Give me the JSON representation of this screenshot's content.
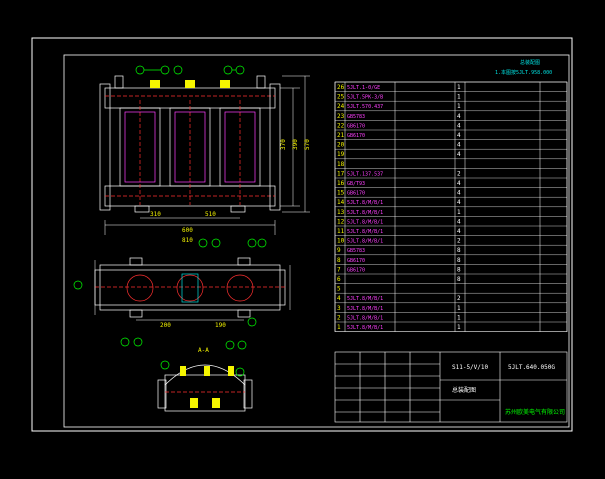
{
  "title_block": {
    "header_line1": "总装配图",
    "header_line2": "1.本图按5JLT.958.000",
    "product_model": "S11-5/V/10",
    "drawing_number": "5JLT.640.050G",
    "drawing_name": "总装配图",
    "company": "苏州欧美电气有限公司"
  },
  "bom_rows": [
    {
      "no": "26",
      "code": "5JLT.1-0/GE",
      "qty": "1"
    },
    {
      "no": "25",
      "code": "5JLT.5PK-3/B",
      "qty": "1"
    },
    {
      "no": "24",
      "code": "5JLT.570.437",
      "qty": "1"
    },
    {
      "no": "23",
      "code": "GB5783",
      "qty": "4"
    },
    {
      "no": "22",
      "code": "GB6170",
      "qty": "4"
    },
    {
      "no": "21",
      "code": "GB6170",
      "qty": "4"
    },
    {
      "no": "20",
      "code": "",
      "qty": "4"
    },
    {
      "no": "19",
      "code": "",
      "qty": "4"
    },
    {
      "no": "18",
      "code": "",
      "qty": ""
    },
    {
      "no": "17",
      "code": "5JLT.137.537",
      "qty": "2"
    },
    {
      "no": "16",
      "code": "GB/T93",
      "qty": "4"
    },
    {
      "no": "15",
      "code": "GB6170",
      "qty": "4"
    },
    {
      "no": "14",
      "code": "5JLT.8/M/B/1",
      "qty": "4"
    },
    {
      "no": "13",
      "code": "5JLT.8/M/B/1",
      "qty": "1"
    },
    {
      "no": "12",
      "code": "5JLT.8/M/B/1",
      "qty": "4"
    },
    {
      "no": "11",
      "code": "5JLT.8/M/B/1",
      "qty": "4"
    },
    {
      "no": "10",
      "code": "5JLT.8/M/B/1",
      "qty": "2"
    },
    {
      "no": "9",
      "code": "GB5783",
      "qty": "8"
    },
    {
      "no": "8",
      "code": "GB6170",
      "qty": "8"
    },
    {
      "no": "7",
      "code": "GB6170",
      "qty": "8"
    },
    {
      "no": "6",
      "code": "",
      "qty": "8"
    },
    {
      "no": "5",
      "code": "",
      "qty": ""
    },
    {
      "no": "4",
      "code": "5JLT.8/M/B/1",
      "qty": "2"
    },
    {
      "no": "3",
      "code": "5JLT.8/M/B/1",
      "qty": "1"
    },
    {
      "no": "2",
      "code": "5JLT.8/M/B/1",
      "qty": "1"
    },
    {
      "no": "1",
      "code": "5JLT.8/M/B/1",
      "qty": "1"
    }
  ],
  "dimensions": {
    "front_bottom_1": "600",
    "front_bottom_2": "810",
    "front_left": "310",
    "front_mid": "510",
    "front_right_1": "370",
    "front_right_2": "390",
    "front_right_3": "570",
    "plan_bottom_1": "200",
    "plan_bottom_2": "190",
    "side_label": "A-A"
  },
  "colors": {
    "frame": "#ffffff",
    "drawing": "#ffffff",
    "accent_yellow": "#f5f500",
    "accent_red": "#ff3030",
    "accent_green": "#00ff00",
    "accent_cyan": "#00e0e0",
    "accent_magenta": "#ff40ff"
  }
}
